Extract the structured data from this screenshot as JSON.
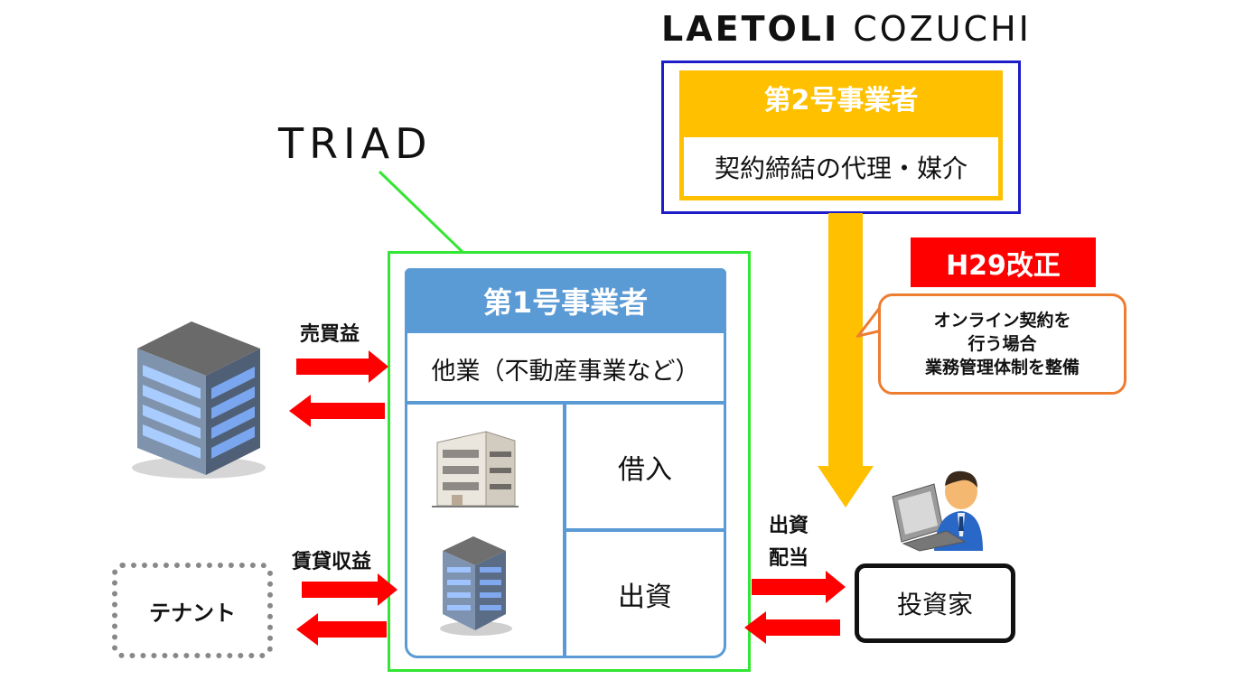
{
  "logos": {
    "laetoli_a": "LAETOLI",
    "laetoli_b": "COZUCHI",
    "triad": "TRIAD"
  },
  "operator2": {
    "title": "第2号事業者",
    "description": "契約締結の代理・媒介"
  },
  "operator1": {
    "title": "第1号事業者",
    "other_business": "他業（不動産事業など）",
    "cells": {
      "borrowing": "借入",
      "investment": "出資"
    }
  },
  "revision": {
    "badge": "H29改正",
    "note_lines": [
      "オンライン契約を",
      "行う場合",
      "業務管理体制を整備"
    ]
  },
  "flows": {
    "sale_gain": "売買益",
    "rental_income": "賃貸収益",
    "investment_line1": "出資",
    "investment_line2": "配当"
  },
  "parties": {
    "tenant": "テナント",
    "investor": "投資家"
  },
  "colors": {
    "operator2": "#ffc000",
    "operator1": "#5b9bd5",
    "arrow": "#ff0000",
    "badge": "#ff0000",
    "bubble_border": "#ed7d31",
    "triad_frame": "#33e633",
    "laetoli_frame": "#1c1cc8"
  }
}
